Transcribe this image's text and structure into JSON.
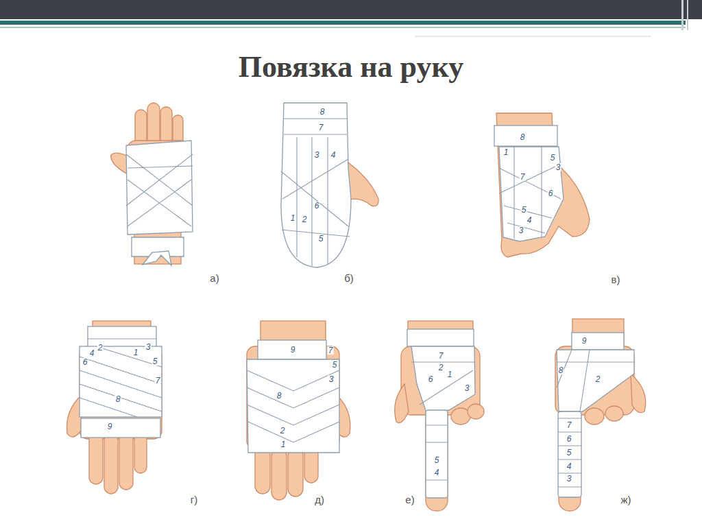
{
  "diagram": {
    "title": "Повязка на руку",
    "labels": [
      "а)",
      "8",
      "7",
      "3",
      "4",
      "6",
      "1",
      "2",
      "5",
      "б)",
      "8",
      "1",
      "5",
      "3",
      "7",
      "6",
      "5",
      "4",
      "3",
      "в)",
      "6",
      "4",
      "2",
      "1",
      "3",
      "5",
      "7",
      "8",
      "9",
      "г)",
      "9",
      "7",
      "5",
      "3",
      "8",
      "2",
      "1",
      "д)",
      "7",
      "2",
      "1",
      "6",
      "3",
      "5",
      "4",
      "е)",
      "9",
      "2",
      "8",
      "7",
      "6",
      "5",
      "4",
      "3",
      "ж)"
    ]
  }
}
